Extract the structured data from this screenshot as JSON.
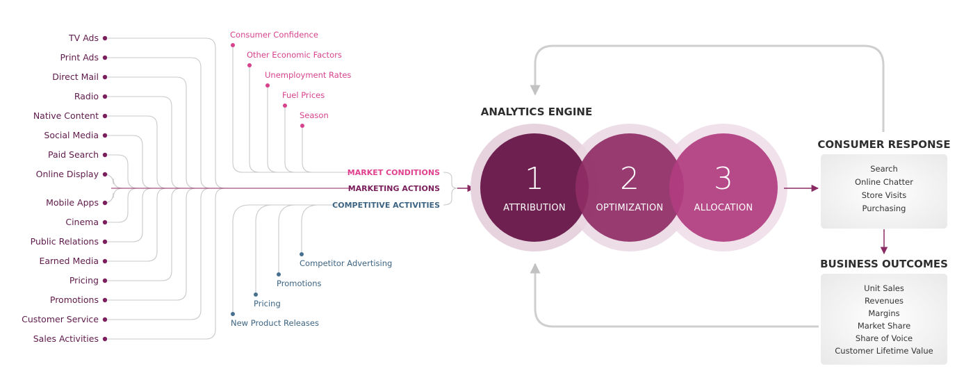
{
  "marketing_inputs": [
    "TV Ads",
    "Print Ads",
    "Direct Mail",
    "Radio",
    "Native Content",
    "Social Media",
    "Paid Search",
    "Online Display",
    "Mobile Apps",
    "Cinema",
    "Public Relations",
    "Earned Media",
    "Pricing",
    "Promotions",
    "Customer Service",
    "Sales Activities"
  ],
  "economic_factors": [
    "Consumer Confidence",
    "Other Economic Factors",
    "Unemployment Rates",
    "Fuel Prices",
    "Season"
  ],
  "competitive_factors": [
    "Competitor Advertising",
    "Promotions",
    "Pricing",
    "New Product Releases"
  ],
  "groups": {
    "market_conditions": "MARKET CONDITIONS",
    "marketing_actions": "MARKETING ACTIONS",
    "competitive_activities": "COMPETITIVE ACTIVITIES"
  },
  "engine": {
    "title": "ANALYTICS ENGINE",
    "stages": [
      {
        "number": "1",
        "label": "ATTRIBUTION"
      },
      {
        "number": "2",
        "label": "OPTIMIZATION"
      },
      {
        "number": "3",
        "label": "ALLOCATION"
      }
    ]
  },
  "consumer_response": {
    "title": "CONSUMER RESPONSE",
    "items": [
      "Search",
      "Online Chatter",
      "Store Visits",
      "Purchasing"
    ]
  },
  "business_outcomes": {
    "title": "BUSINESS OUTCOMES",
    "items": [
      "Unit Sales",
      "Revenues",
      "Margins",
      "Market Share",
      "Share of Voice",
      "Customer Lifetime Value"
    ]
  },
  "colors": {
    "marketing": "#5e1a4a",
    "market_conditions": "#e0408e",
    "marketing_actions": "#7a1f5c",
    "competitive": "#3d6482",
    "circle1": "#6e2150",
    "circle2": "#8f2c66",
    "circle3": "#b13d7f",
    "loop": "#cfcfcf"
  }
}
